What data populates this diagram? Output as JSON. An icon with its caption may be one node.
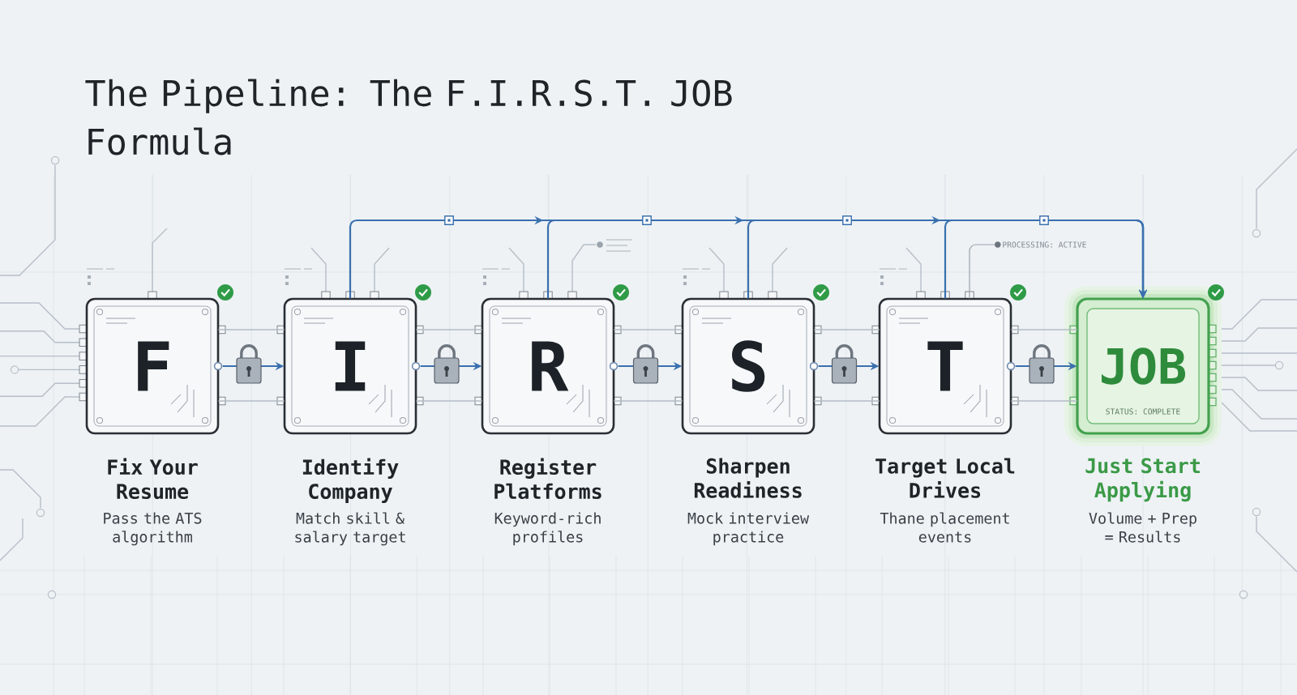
{
  "diagram": {
    "title": "The Pipeline: The F.I.R.S.T. JOB Formula",
    "nodes": [
      {
        "text": [
          "F"
        ],
        "beside": [
          "Fix Your Resume",
          "Pass the ATS algorithm"
        ]
      },
      {
        "text": [
          "I"
        ],
        "beside": [
          "Identify Company",
          "Match skill & salary target"
        ]
      },
      {
        "text": [
          "R"
        ],
        "beside": [
          "Register Platforms",
          "Keyword-rich profiles"
        ]
      },
      {
        "text": [
          "S"
        ],
        "beside": [
          "Sharpen Readiness",
          "Mock interview practice"
        ]
      },
      {
        "text": [
          "T"
        ],
        "beside": [
          "Target Local Drives",
          "Thane placement events"
        ]
      },
      {
        "text": [
          "JOB",
          "STATUS: COMPLETE"
        ],
        "beside": [
          "Just Start Applying",
          "Volume + Prep = Results"
        ]
      },
      {
        "text": [
          "PROCESSING: ACTIVE"
        ]
      }
    ],
    "edges": [
      {
        "from": 0,
        "to": 1,
        "arrow": "to",
        "color": "#3a70ae"
      },
      {
        "from": 1,
        "to": 2,
        "arrow": "to",
        "color": "#3a70ae"
      },
      {
        "from": 2,
        "to": 3,
        "arrow": "to",
        "color": "#3a70ae"
      },
      {
        "from": 3,
        "to": 4,
        "arrow": "to",
        "color": "#3a70ae"
      },
      {
        "from": 4,
        "to": 5,
        "arrow": "to",
        "color": "#3a70ae"
      },
      {
        "from": 1,
        "to": 5,
        "arrow": "to",
        "color": "#3a70ae"
      },
      {
        "from": 2,
        "to": 5,
        "arrow": "to",
        "color": "#3a70ae"
      },
      {
        "from": 3,
        "to": 5,
        "arrow": "to",
        "color": "#3a70ae"
      },
      {
        "from": 4,
        "to": 5,
        "arrow": "to",
        "color": "#3a70ae"
      },
      {
        "from": 6,
        "to": 4,
        "arrow": "none",
        "color": "#9aa2ab"
      },
      {
        "from": 0,
        "to": 1,
        "arrow": "none"
      },
      {
        "from": 0,
        "to": 1,
        "arrow": "none"
      },
      {
        "from": 1,
        "to": 2,
        "arrow": "none"
      },
      {
        "from": 1,
        "to": 2,
        "arrow": "none"
      },
      {
        "from": 2,
        "to": 3,
        "arrow": "none"
      },
      {
        "from": 2,
        "to": 3,
        "arrow": "none"
      },
      {
        "from": 3,
        "to": 4,
        "arrow": "none"
      },
      {
        "from": 3,
        "to": 4,
        "arrow": "none"
      },
      {
        "from": 4,
        "to": 5,
        "arrow": "none"
      },
      {
        "from": 4,
        "to": 5,
        "arrow": "none"
      }
    ]
  }
}
